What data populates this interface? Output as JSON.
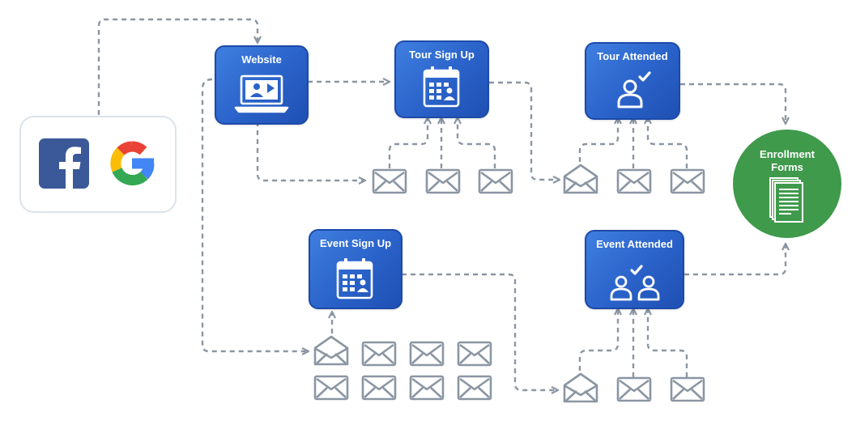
{
  "source": {
    "icons": [
      "facebook-icon",
      "google-icon"
    ]
  },
  "nodes": {
    "website": {
      "label": "Website",
      "icon": "video-laptop-icon"
    },
    "tour_signup": {
      "label": "Tour Sign Up",
      "icon": "calendar-icon"
    },
    "tour_attended": {
      "label": "Tour Attended",
      "icon": "person-check-icon"
    },
    "event_signup": {
      "label": "Event Sign Up",
      "icon": "calendar-icon"
    },
    "event_attended": {
      "label": "Event Attended",
      "icon": "people-check-icon"
    }
  },
  "goal": {
    "label_line1": "Enrollment",
    "label_line2": "Forms",
    "icon": "documents-icon"
  },
  "colors": {
    "node_blue": "#2a62c9",
    "goal_green": "#3f9a4c",
    "connector_gray": "#8b96a3",
    "facebook_blue": "#3b5998",
    "google_blue": "#4285f4",
    "google_red": "#ea4335",
    "google_yellow": "#fbbc05",
    "google_green": "#34a853"
  }
}
